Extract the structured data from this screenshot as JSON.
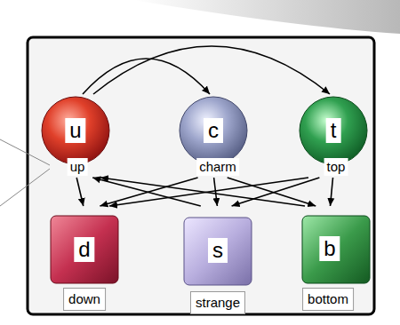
{
  "diagram": {
    "nodes": [
      {
        "text": [
          "u",
          "up"
        ]
      },
      {
        "text": [
          "c",
          "charm"
        ]
      },
      {
        "text": [
          "t",
          "top"
        ]
      },
      {
        "text": [
          "d",
          "down"
        ]
      },
      {
        "text": [
          "s",
          "strange"
        ]
      },
      {
        "text": [
          "b",
          "bottom"
        ]
      }
    ],
    "edges": [
      {
        "from": 0,
        "to": 1,
        "arrow": "to"
      },
      {
        "from": 0,
        "to": 2,
        "arrow": "to"
      },
      {
        "from": 0,
        "to": 3,
        "arrow": "to"
      },
      {
        "from": 1,
        "to": 3,
        "arrow": "to"
      },
      {
        "from": 2,
        "to": 3,
        "arrow": "to"
      },
      {
        "from": 1,
        "to": 4,
        "arrow": "to"
      },
      {
        "from": 2,
        "to": 4,
        "arrow": "to"
      },
      {
        "from": 1,
        "to": 5,
        "arrow": "to"
      },
      {
        "from": 2,
        "to": 5,
        "arrow": "to"
      },
      {
        "from": 4,
        "to": 0,
        "arrow": "to"
      },
      {
        "from": 5,
        "to": 0,
        "arrow": "to"
      }
    ]
  }
}
